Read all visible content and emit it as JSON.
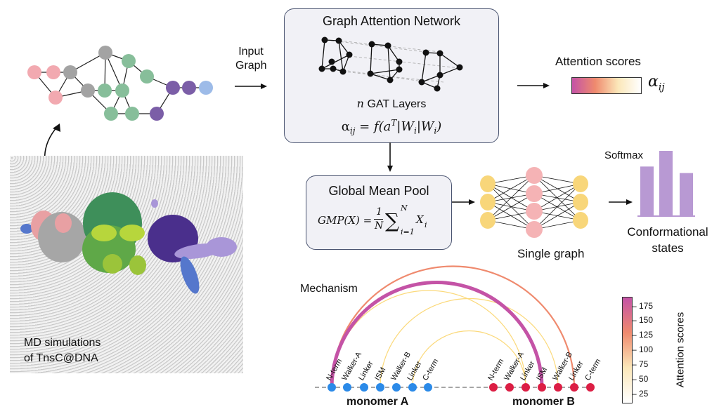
{
  "input_graph": {
    "label_line1": "Input",
    "label_line2": "Graph",
    "node_colors": {
      "pink": "#f2a9b0",
      "gray": "#a3a3a3",
      "green": "#87be9a",
      "purple": "#7b5ea7",
      "blue": "#9dbbe8"
    }
  },
  "md_panel": {
    "caption_line1": "MD simulations",
    "caption_line2": "of TnsC@DNA",
    "protein_colors": [
      "#e8a0a3",
      "#a6a6a6",
      "#3e8f5a",
      "#b7d63c",
      "#4a2f8c",
      "#a996d8",
      "#5577cc"
    ]
  },
  "gat_box": {
    "title": "Graph Attention Network",
    "layers_var": "n",
    "layers_label": "GAT Layers",
    "formula_lhs": "α",
    "formula_lhs_sub": "ij",
    "formula_rhs": "= f(a",
    "formula_sup": "T",
    "formula_tail_1": "|W",
    "formula_sub_1": "i",
    "formula_tail_2": "|W",
    "formula_sub_2": "i",
    "formula_close": ")"
  },
  "attention_legend": {
    "title": "Attention scores",
    "symbol": "α",
    "symbol_sub": "ij",
    "gradient": [
      "#c453a6",
      "#ef8a6e",
      "#fbe7b9",
      "#ffffff"
    ]
  },
  "gmp_box": {
    "title": "Global Mean Pool",
    "formula_lhs": "GMP(X) = ",
    "frac_num": "1",
    "frac_den": "N",
    "sum_sup": "N",
    "sum_sub": "i=1",
    "term": "X",
    "term_sub": "i"
  },
  "single_graph": {
    "label": "Single graph",
    "input_color": "#f8d67a",
    "hidden_color": "#f5b3b5"
  },
  "softmax": {
    "label": "Softmax",
    "states_line1": "Conformational",
    "states_line2": "states",
    "bar_color": "#b899d3",
    "relative_heights": [
      0.76,
      1.0,
      0.66
    ]
  },
  "mechanism": {
    "title": "Mechanism",
    "monomer_a": {
      "label": "monomer A",
      "color": "#2b8ae8"
    },
    "monomer_b": {
      "label": "monomer B",
      "color": "#dc1e44"
    },
    "residues": [
      "N-term",
      "Walker-A",
      "Linker",
      "ISM",
      "Walker-B",
      "Linker",
      "C-term"
    ],
    "arcs": [
      {
        "from": "A.N-term",
        "to": "B.Linker",
        "score": 125,
        "color": "#ef8a6e"
      },
      {
        "from": "A.N-term",
        "to": "B.ISM",
        "score": 180,
        "color": "#c453a6"
      },
      {
        "from": "A.N-term",
        "to": "B.Linker(3)",
        "score": 60,
        "color": "#fbd97a"
      },
      {
        "from": "A.ISM",
        "to": "B.Walker-B",
        "score": 60,
        "color": "#fbd97a"
      },
      {
        "from": "A.Linker(6)",
        "to": "B.Linker(3)",
        "score": 60,
        "color": "#fbd97a"
      }
    ],
    "colorbar": {
      "label": "Attention scores",
      "ticks": [
        "175",
        "150",
        "125",
        "100",
        "75",
        "50",
        "25"
      ],
      "range": [
        10,
        190
      ]
    }
  }
}
